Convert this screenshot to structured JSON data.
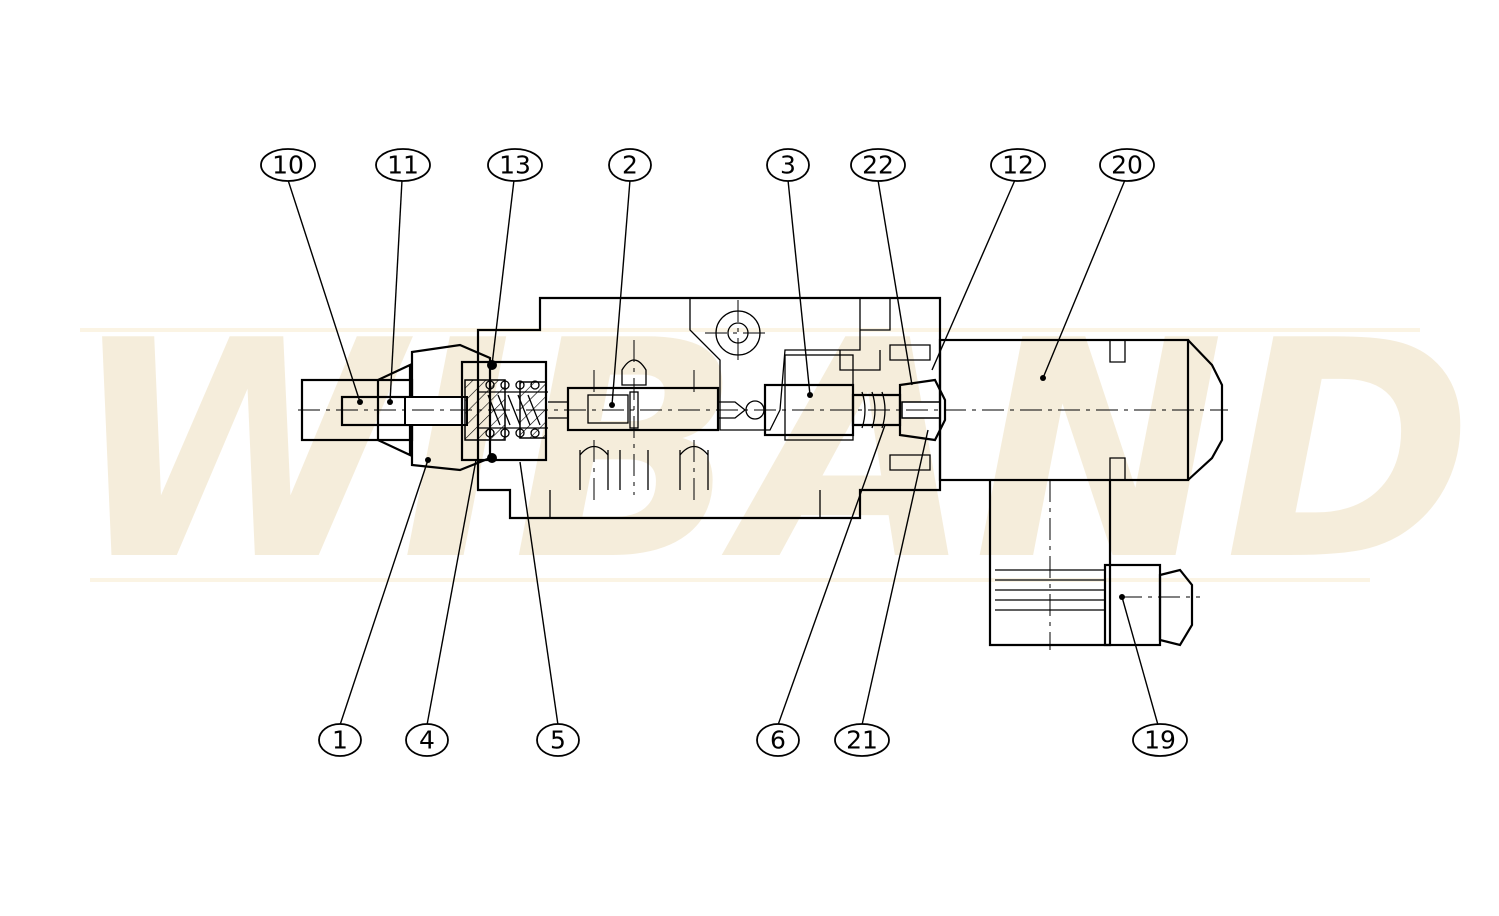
{
  "watermark": {
    "text": "WIBAND",
    "color": "#f3e8cf"
  },
  "callouts_top": [
    {
      "id": "c10",
      "label": "10"
    },
    {
      "id": "c11",
      "label": "11"
    },
    {
      "id": "c13",
      "label": "13"
    },
    {
      "id": "c2",
      "label": "2"
    },
    {
      "id": "c3",
      "label": "3"
    },
    {
      "id": "c22",
      "label": "22"
    },
    {
      "id": "c12",
      "label": "12"
    },
    {
      "id": "c20",
      "label": "20"
    }
  ],
  "callouts_bottom": [
    {
      "id": "c1",
      "label": "1"
    },
    {
      "id": "c4",
      "label": "4"
    },
    {
      "id": "c5",
      "label": "5"
    },
    {
      "id": "c6",
      "label": "6"
    },
    {
      "id": "c21",
      "label": "21"
    },
    {
      "id": "c19",
      "label": "19"
    }
  ],
  "colors": {
    "line": "#000000",
    "background": "#ffffff"
  }
}
